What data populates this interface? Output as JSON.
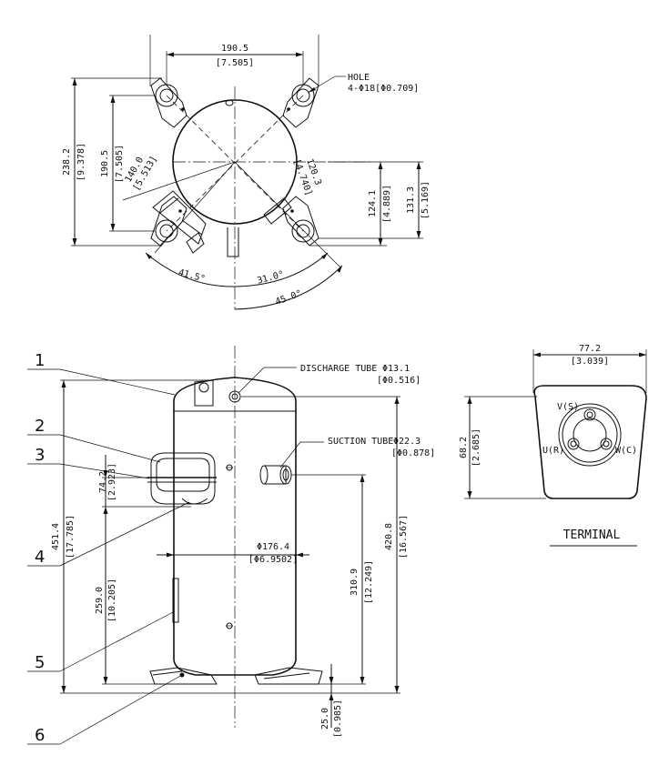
{
  "top_view": {
    "dim_width": "190.5",
    "dim_width_in": "[7.505]",
    "hole_label": "HOLE",
    "hole_spec": "4-Φ18[Φ0.709]",
    "dim_height": "238.2",
    "dim_height_in": "[9.378]",
    "dim_height2": "190.5",
    "dim_height2_in": "[7.505]",
    "dim_diag1": "140.0",
    "dim_diag1_in": "[5.513]",
    "dim_diag2": "120.3",
    "dim_diag2_in": "[4.740]",
    "dim_right1": "124.1",
    "dim_right1_in": "[4.889]",
    "dim_right2": "131.3",
    "dim_right2_in": "[5.169]",
    "angle1": "41.5°",
    "angle2": "31.0°",
    "angle3": "45.0°"
  },
  "front_view": {
    "discharge_label": "DISCHARGE TUBE",
    "discharge_dia": "Φ13.1",
    "discharge_dia_in": "[Φ0.516]",
    "suction_label": "SUCTION TUBE",
    "suction_dia": "Φ22.3",
    "suction_dia_in": "[Φ0.878]",
    "dim_total": "451.4",
    "dim_total_in": "[17.785]",
    "dim_term": "74.2",
    "dim_term_in": "[2.923]",
    "dim_lower": "259.0",
    "dim_lower_in": "[10.205]",
    "dim_body": "Φ176.4",
    "dim_body_in": "[Φ6.9502]",
    "dim_suction_h": "310.9",
    "dim_suction_h_in": "[12.249]",
    "dim_discharge_h": "420.8",
    "dim_discharge_h_in": "[16.567]",
    "dim_base": "25.0",
    "dim_base_in": "[0.985]"
  },
  "callouts": [
    "1",
    "2",
    "3",
    "4",
    "5",
    "6"
  ],
  "terminal": {
    "dim_width": "77.2",
    "dim_width_in": "[3.039]",
    "dim_height": "68.2",
    "dim_height_in": "[2.685]",
    "pin_v": "V(S)",
    "pin_u": "U(R)",
    "pin_w": "W(C)",
    "title": "TERMINAL"
  }
}
